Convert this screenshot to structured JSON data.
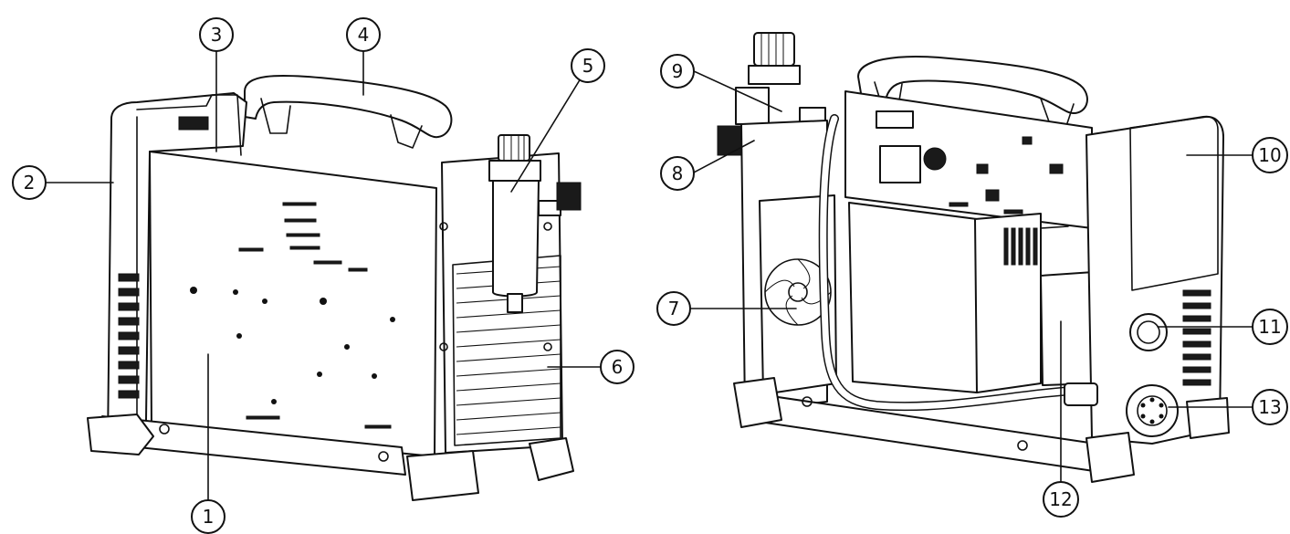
{
  "callouts": [
    {
      "id": "1",
      "label": "1"
    },
    {
      "id": "2",
      "label": "2"
    },
    {
      "id": "3",
      "label": "3"
    },
    {
      "id": "4",
      "label": "4"
    },
    {
      "id": "5",
      "label": "5"
    },
    {
      "id": "6",
      "label": "6"
    },
    {
      "id": "7",
      "label": "7"
    },
    {
      "id": "8",
      "label": "8"
    },
    {
      "id": "9",
      "label": "9"
    },
    {
      "id": "10",
      "label": "10"
    },
    {
      "id": "11",
      "label": "11"
    },
    {
      "id": "12",
      "label": "12"
    },
    {
      "id": "13",
      "label": "13"
    }
  ],
  "colors": {
    "ink": "#111111",
    "background": "#ffffff"
  }
}
